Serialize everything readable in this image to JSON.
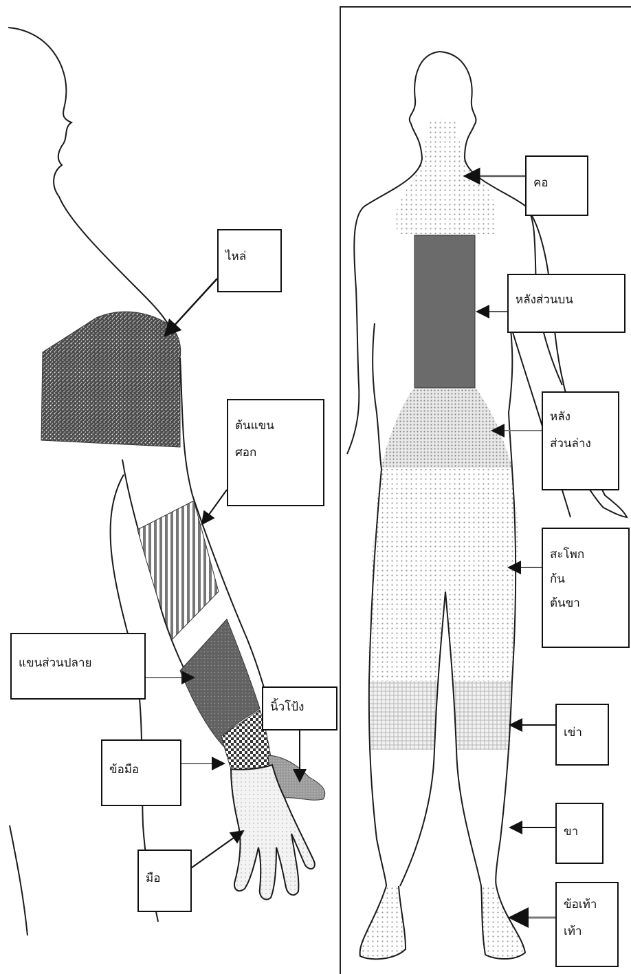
{
  "arm_labels": {
    "shoulder": "ไหล่",
    "upper_arm": [
      "ต้นแขน",
      "ศอก"
    ],
    "forearm": "แขนส่วนปลาย",
    "thumb": "นิ้วโป้ง",
    "wrist": "ข้อมือ",
    "hand": "มือ"
  },
  "body_labels": {
    "neck": "คอ",
    "upper_back": "หลังส่วนบน",
    "lower_back": [
      "หลัง",
      "ส่วนล่าง"
    ],
    "hip": [
      "สะโพก",
      "ก้น",
      "ต้นขา"
    ],
    "knee": "เข่า",
    "leg": "ขา",
    "ankle_foot": [
      "ข้อเท้า",
      "เท้า"
    ]
  },
  "colors": {
    "outline": "#1a1a1a",
    "dense_fill": "#555555",
    "dark_fill": "#6a6a6a",
    "medium_fill": "#8a8a8a",
    "light_dots": "#bdbdbd"
  }
}
